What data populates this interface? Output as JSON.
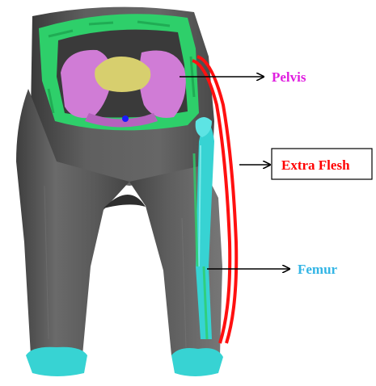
{
  "labels": {
    "pelvis": "Pelvis",
    "extra_flesh": "Extra Flesh",
    "femur": "Femur"
  },
  "colors": {
    "flesh": "#5e5e5e",
    "flesh_light": "#8a8a8a",
    "flesh_dark": "#3e3e3e",
    "abdominal_rim": "#2ecf6a",
    "pelvis_bone": "#d07cd6",
    "sacrum": "#d7cf6e",
    "femur_bone": "#37d3d3",
    "extra_flesh_band": "#ff1010",
    "pelvis_label": "#e020e0",
    "extra_flesh_label": "#ff0000",
    "femur_label": "#33b5e5",
    "arrow": "#000000"
  }
}
